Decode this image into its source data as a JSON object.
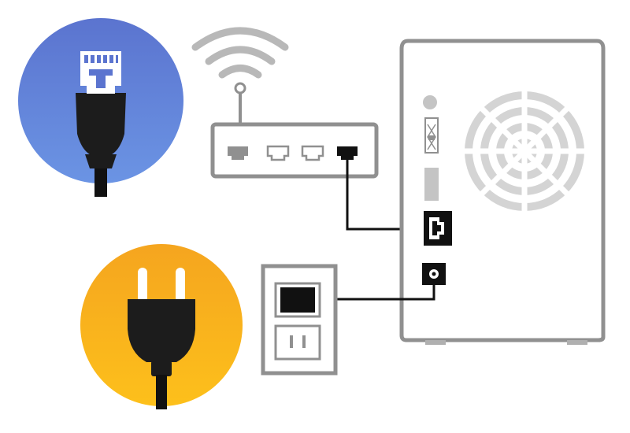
{
  "diagram": {
    "callouts": [
      {
        "id": "ethernet",
        "icon": "ethernet-plug-icon",
        "color_top": "#5b74cf",
        "color_bottom": "#6b94e4"
      },
      {
        "id": "power",
        "icon": "power-plug-icon",
        "color_top": "#f5a51f",
        "color_bottom": "#fdc01b"
      }
    ],
    "devices": [
      {
        "id": "router",
        "icon": "router-icon",
        "ports": 4,
        "connected_port": 4
      },
      {
        "id": "nas",
        "icon": "nas-device-icon",
        "ports": [
          "ethernet",
          "power"
        ]
      },
      {
        "id": "wall-outlet",
        "icon": "outlet-icon",
        "sockets": 2,
        "connected_socket": 1
      }
    ],
    "connections": [
      {
        "from": "router",
        "to": "nas",
        "cable": "ethernet"
      },
      {
        "from": "wall-outlet",
        "to": "nas",
        "cable": "power"
      }
    ],
    "colors": {
      "outline": "#909090",
      "device_fill": "#ffffff",
      "cable": "#111111",
      "plug": "#1c1c1c",
      "fan": "#d4d4d4",
      "wifi": "#b8b8b8"
    }
  }
}
